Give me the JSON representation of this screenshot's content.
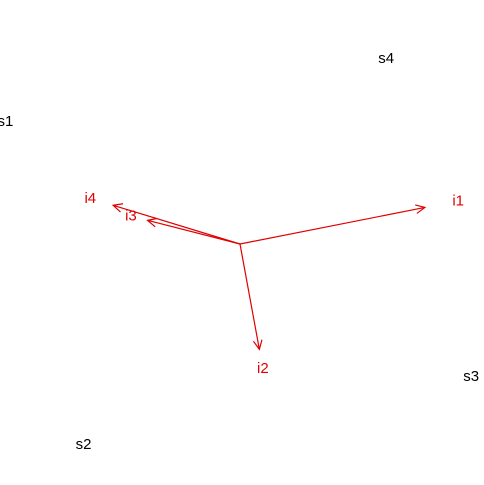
{
  "chart_data": {
    "type": "scatter",
    "title": "",
    "xlabel": "",
    "ylabel": "",
    "grid": false,
    "observations": [
      {
        "label": "s1",
        "x": -1.38,
        "y": 0.72
      },
      {
        "label": "s2",
        "x": -0.92,
        "y": -1.18
      },
      {
        "label": "s3",
        "x": 1.36,
        "y": -0.78
      },
      {
        "label": "s4",
        "x": 0.86,
        "y": 1.09
      }
    ],
    "loadings": [
      {
        "label": "i1",
        "x": 0.86,
        "y": 0.17
      },
      {
        "label": "i2",
        "x": 0.09,
        "y": -0.49
      },
      {
        "label": "i3",
        "x": -0.43,
        "y": 0.11
      },
      {
        "label": "i4",
        "x": -0.59,
        "y": 0.18
      }
    ],
    "colors": {
      "observations": "#000000",
      "loadings": "#e00000"
    }
  }
}
